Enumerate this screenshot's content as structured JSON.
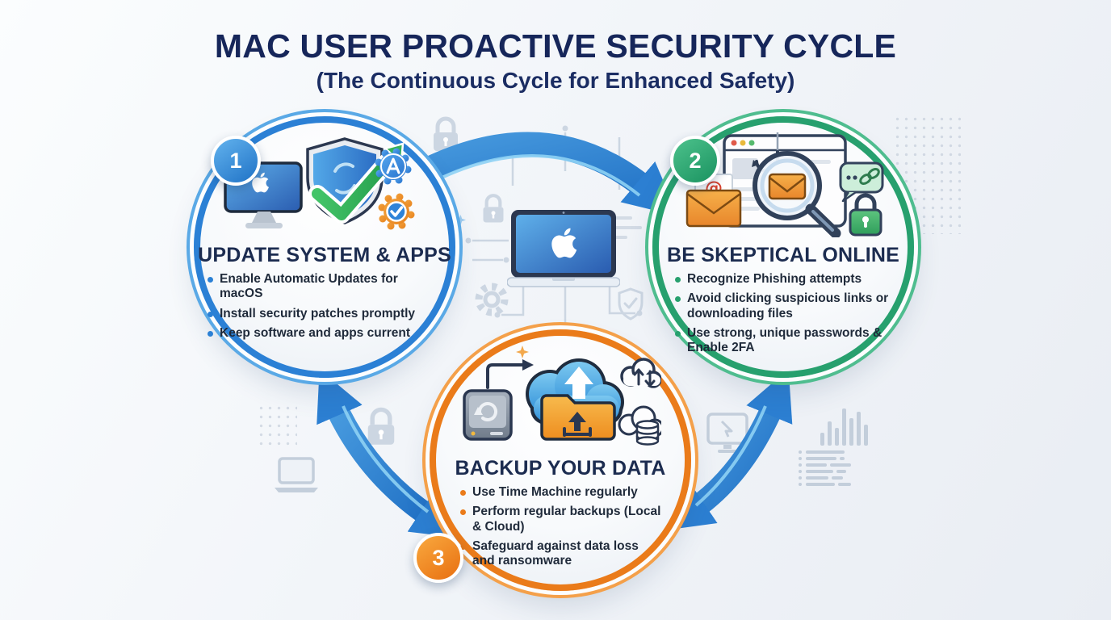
{
  "title": "MAC USER PROACTIVE SECURITY CYCLE",
  "subtitle": "(The Continuous Cycle for Enhanced Safety)",
  "colors": {
    "title_navy": "#16265a",
    "node1_blue": "#2b80d5",
    "node2_green": "#27a06e",
    "node3_orange": "#ea7b1a",
    "arrow_blue": "#2c7fd2",
    "background": "#eef2f7"
  },
  "nodes": [
    {
      "number": "1",
      "heading": "UPDATE SYSTEM & APPS",
      "bullets": [
        "Enable Automatic Updates for macOS",
        "Install security patches promptly",
        "Keep software and apps current"
      ]
    },
    {
      "number": "2",
      "heading": "BE SKEPTICAL ONLINE",
      "bullets": [
        "Recognize Phishing attempts",
        "Avoid clicking suspicious links or downloading files",
        "Use strong, unique passwords & Enable 2FA"
      ]
    },
    {
      "number": "3",
      "heading": "BACKUP YOUR DATA",
      "bullets": [
        "Use Time Machine regularly",
        "Perform regular backups (Local & Cloud)",
        "Safeguard against data loss and ransomware"
      ]
    }
  ],
  "icons": {
    "node1": [
      "refresh-arrows-icon",
      "imac-icon",
      "shield-check-icon",
      "growth-arrow-icon",
      "app-store-badge-icon",
      "verified-badge-icon"
    ],
    "node2": [
      "phishing-hook-icon",
      "email-at-icon",
      "browser-window-icon",
      "magnifier-email-icon",
      "chat-link-icon",
      "green-padlock-icon"
    ],
    "node3": [
      "external-drive-icon",
      "elbow-arrow-icon",
      "cloud-upload-icon",
      "backup-folder-icon",
      "cloud-sync-icon",
      "cloud-database-icon"
    ],
    "center": [
      "macbook-icon",
      "apple-logo-icon"
    ],
    "decorations": [
      "padlock-icon",
      "gear-icon",
      "shield-outline-icon",
      "laptop-outline-icon",
      "monitor-cursor-icon",
      "bar-chart-icon",
      "list-lines-icon",
      "dot-grid",
      "circuit-lines",
      "sparkle"
    ]
  }
}
